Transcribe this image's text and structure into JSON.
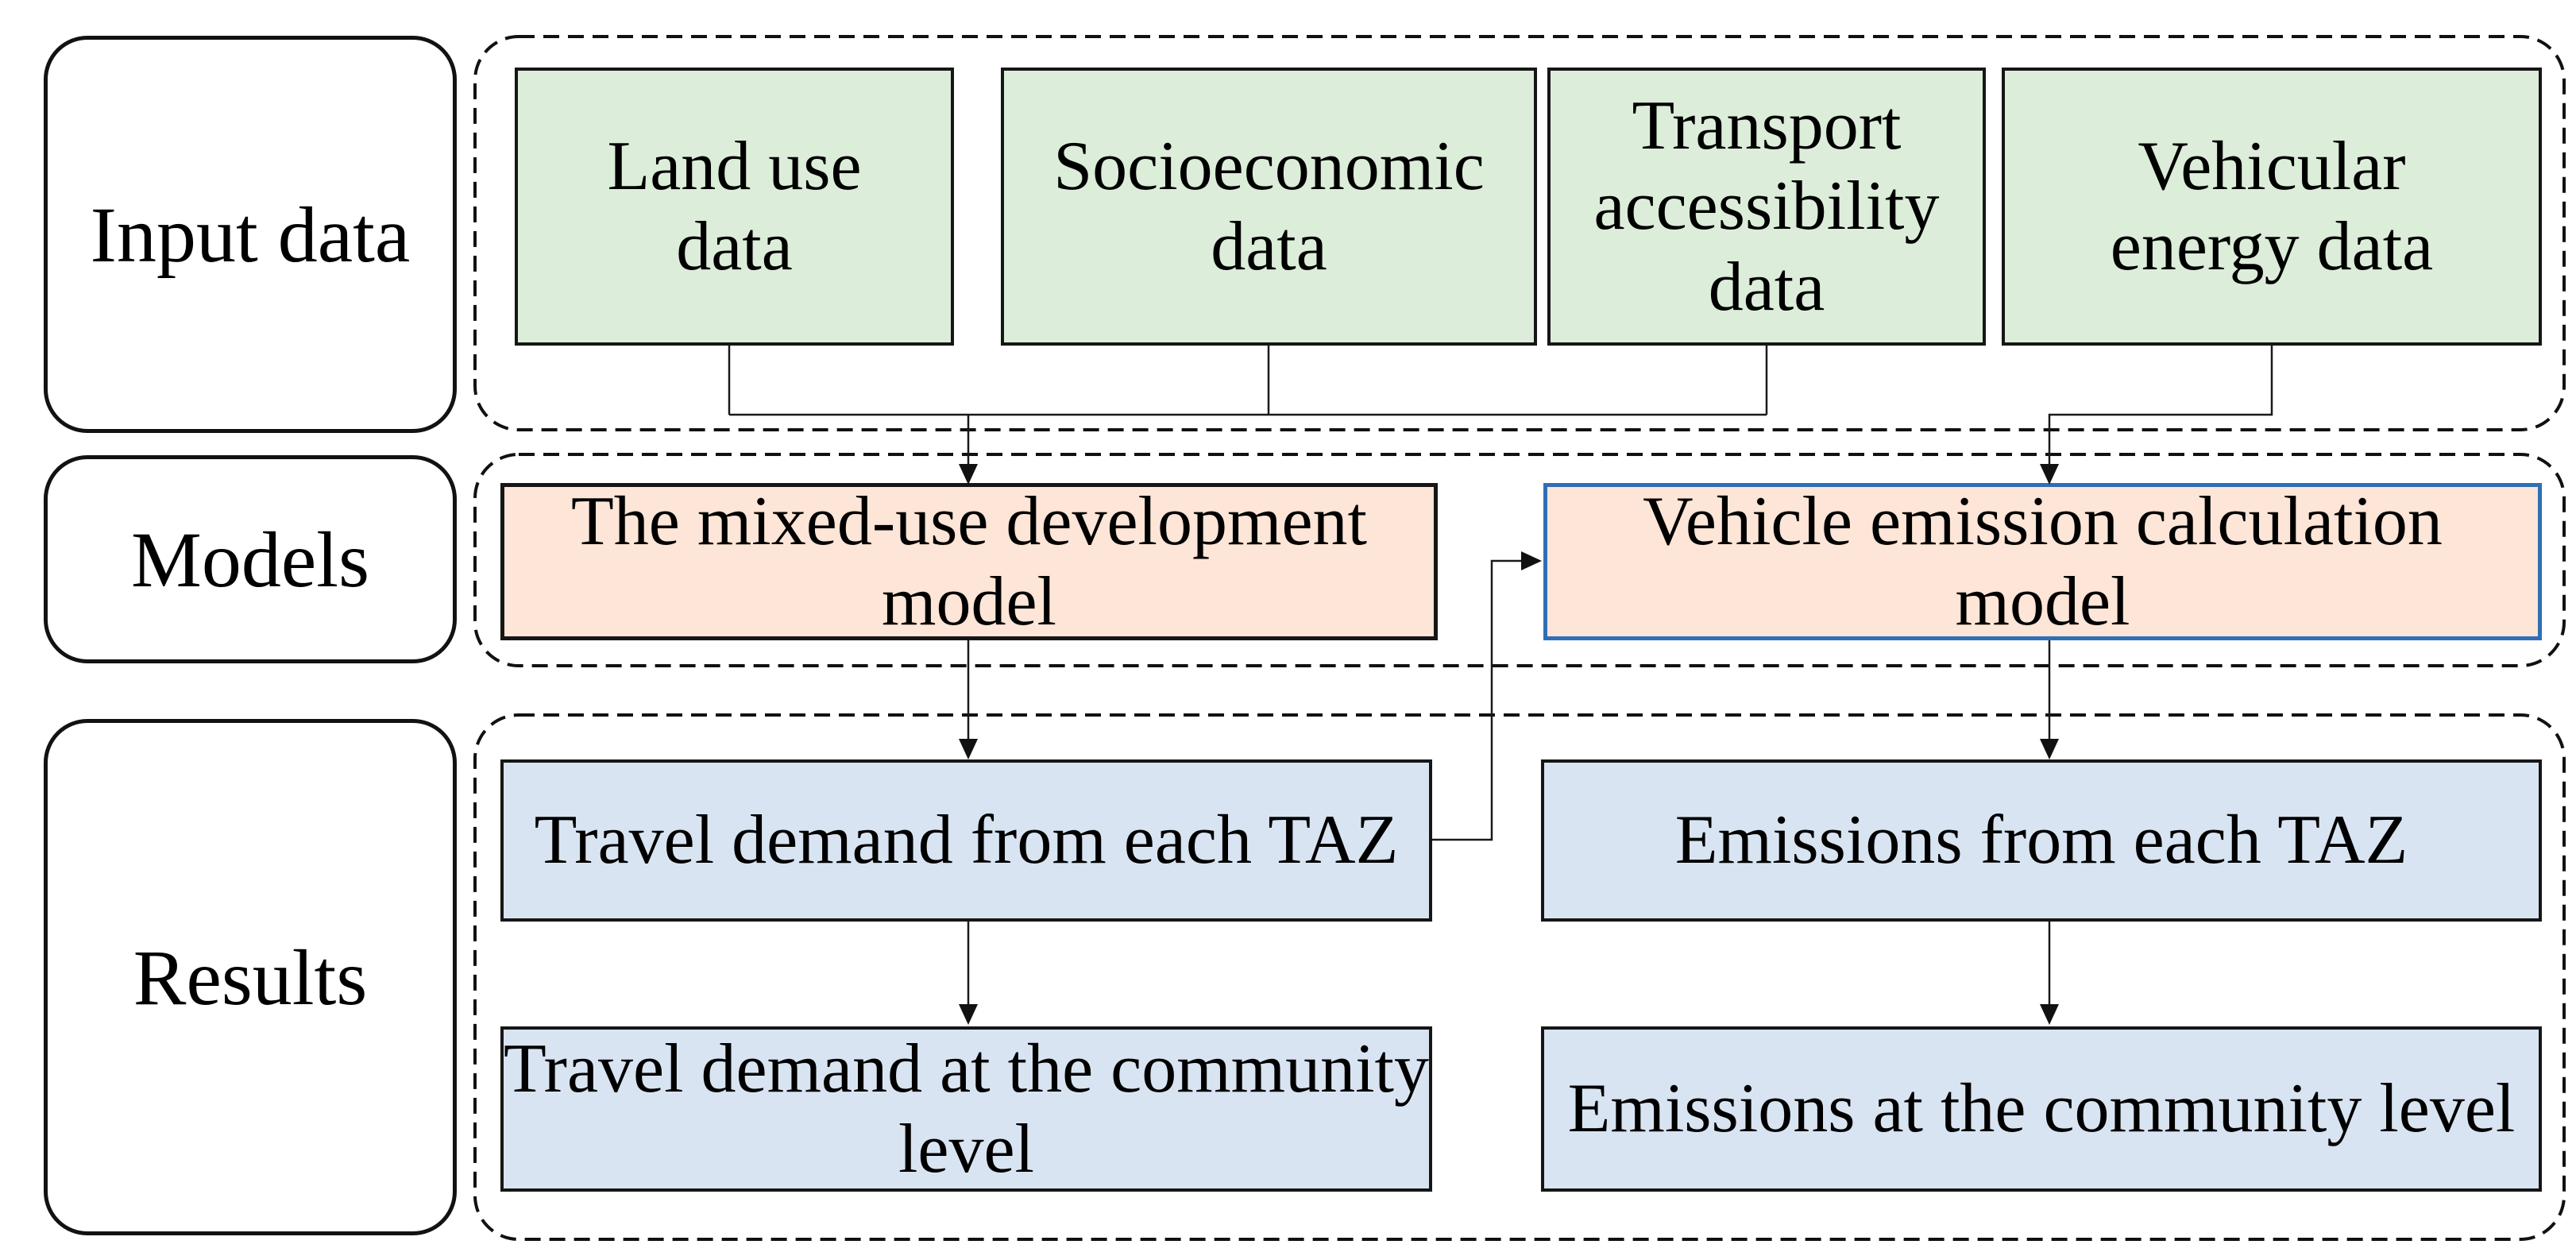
{
  "row_labels": {
    "input_data": "Input data",
    "models": "Models",
    "results": "Results"
  },
  "input_data_boxes": {
    "land_use": "Land use\ndata",
    "socioeconomic": "Socioeconomic\ndata",
    "transport_accessibility": "Transport\naccessibility\ndata",
    "vehicular_energy": "Vehicular\nenergy data"
  },
  "model_boxes": {
    "mixed_use": "The mixed-use development\nmodel",
    "vehicle_emission": "Vehicle emission calculation\nmodel"
  },
  "result_boxes": {
    "travel_demand_taz": "Travel demand from each TAZ",
    "emissions_taz": "Emissions from each TAZ",
    "travel_demand_community": "Travel demand at the community\nlevel",
    "emissions_community": "Emissions at the community level"
  },
  "colors": {
    "input_box_fill": "#dcedda",
    "model_box_fill": "#fde5d7",
    "result_box_fill": "#d9e4f2",
    "box_border": "#161616",
    "vehicle_emission_border": "#2e6fb5",
    "dashed_border": "#111111",
    "connector_line": "#1a1a1a",
    "background": "#ffffff"
  }
}
